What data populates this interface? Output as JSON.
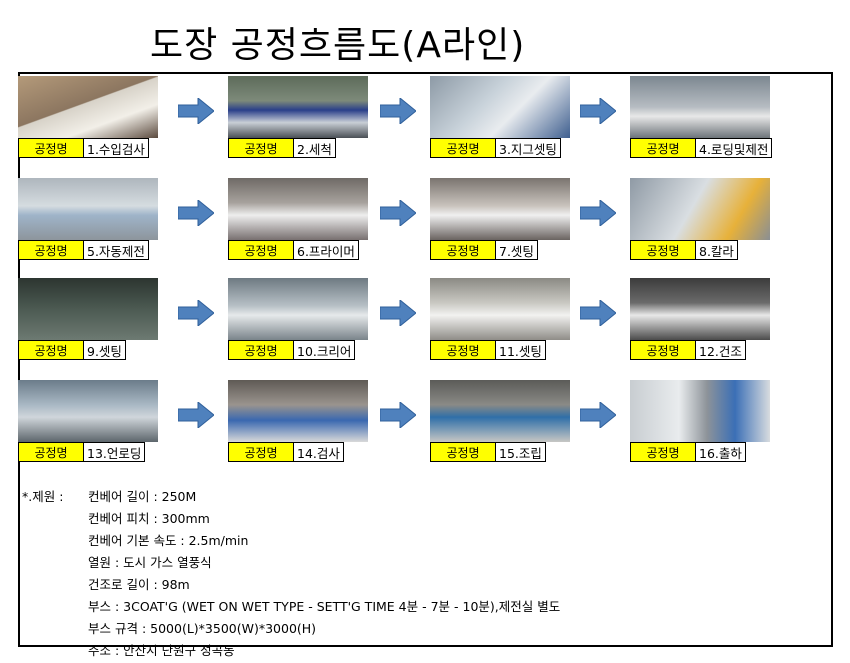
{
  "title": "도장 공정흐름도(A라인)",
  "tag_label": "공정명",
  "steps": [
    {
      "name": "1.수입검사"
    },
    {
      "name": "2.세척"
    },
    {
      "name": "3.지그셋팅"
    },
    {
      "name": "4.로딩및제전"
    },
    {
      "name": "5.자동제전"
    },
    {
      "name": "6.프라이머"
    },
    {
      "name": "7.셋팅"
    },
    {
      "name": "8.칼라"
    },
    {
      "name": "9.셋팅"
    },
    {
      "name": "10.크리어"
    },
    {
      "name": "11.셋팅"
    },
    {
      "name": "12.건조"
    },
    {
      "name": "13.언로딩"
    },
    {
      "name": "14.검사"
    },
    {
      "name": "15.조립"
    },
    {
      "name": "16.출하"
    }
  ],
  "specs": {
    "label": "*.제원 :",
    "lines": [
      "컨베어 길이 : 250M",
      "컨베어 피치 : 300mm",
      "컨베어 기본 속도 : 2.5m/min",
      "열원 : 도시 가스 열풍식",
      "건조로 길이 : 98m",
      "부스 : 3COAT'G (WET ON WET TYPE - SETT'G TIME  4분 - 7분 - 10분),제전실 별도",
      "부스 규격 : 5000(L)*3500(W)*3000(H)",
      "주소 : 안산시 단원구 성곡동"
    ]
  },
  "colors": {
    "tag_bg": "#ffff00",
    "arrow": "#4f81bd",
    "border": "#000000"
  }
}
